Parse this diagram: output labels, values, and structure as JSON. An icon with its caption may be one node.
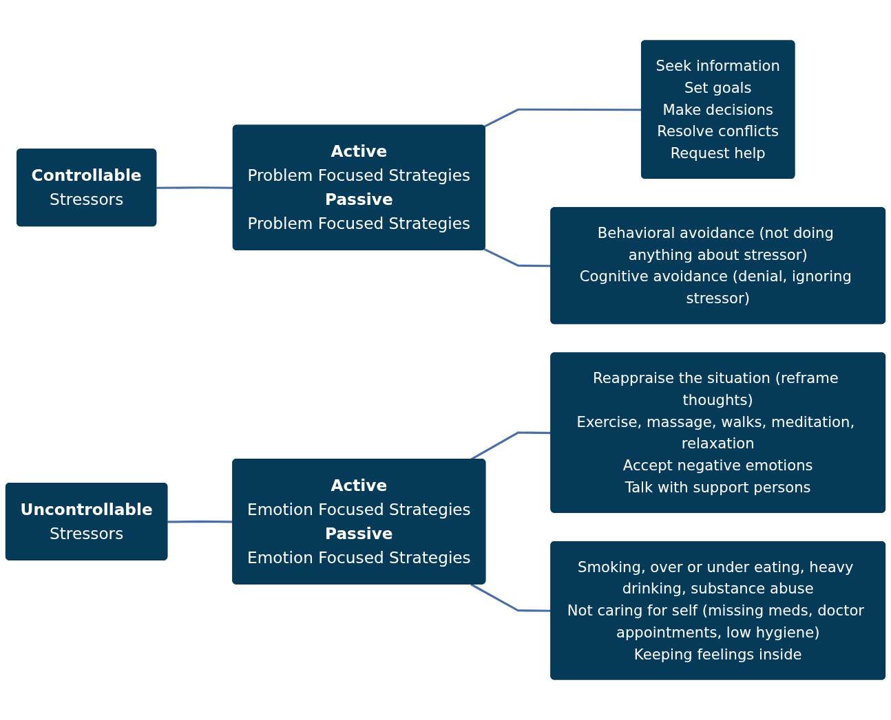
{
  "diagram": {
    "nodes": [
      {
        "text": [
          "Controllable",
          "Stressors"
        ]
      },
      {
        "text": [
          "Active",
          "Problem Focused Strategies",
          "Passive",
          "Problem Focused Strategies"
        ]
      },
      {
        "text": [
          "Seek information",
          "Set goals",
          "Make decisions",
          "Resolve conflicts",
          "Request help"
        ]
      },
      {
        "text": [
          "Behavioral avoidance (not doing anything about stressor)",
          "Cognitive avoidance (denial, ignoring stressor)"
        ]
      },
      {
        "text": [
          "Uncontrollable",
          "Stressors"
        ]
      },
      {
        "text": [
          "Active",
          "Emotion Focused Strategies",
          "Passive",
          "Emotion Focused Strategies"
        ]
      },
      {
        "text": [
          "Reappraise the situation (reframe thoughts)",
          "Exercise, massage, walks, meditation, relaxation",
          "Accept negative emotions",
          "Talk with support persons"
        ]
      },
      {
        "text": [
          "Smoking, over or under eating, heavy drinking, substance abuse",
          "Not caring for self (missing meds, doctor appointments, low hygiene)",
          "Keeping feelings inside"
        ]
      }
    ],
    "edges": [
      {
        "from": 0,
        "to": 1,
        "arrow": "none"
      },
      {
        "from": 1,
        "to": 2,
        "arrow": "none"
      },
      {
        "from": 1,
        "to": 3,
        "arrow": "none"
      },
      {
        "from": 4,
        "to": 5,
        "arrow": "none"
      },
      {
        "from": 5,
        "to": 6,
        "arrow": "none"
      },
      {
        "from": 5,
        "to": 7,
        "arrow": "none"
      }
    ]
  }
}
